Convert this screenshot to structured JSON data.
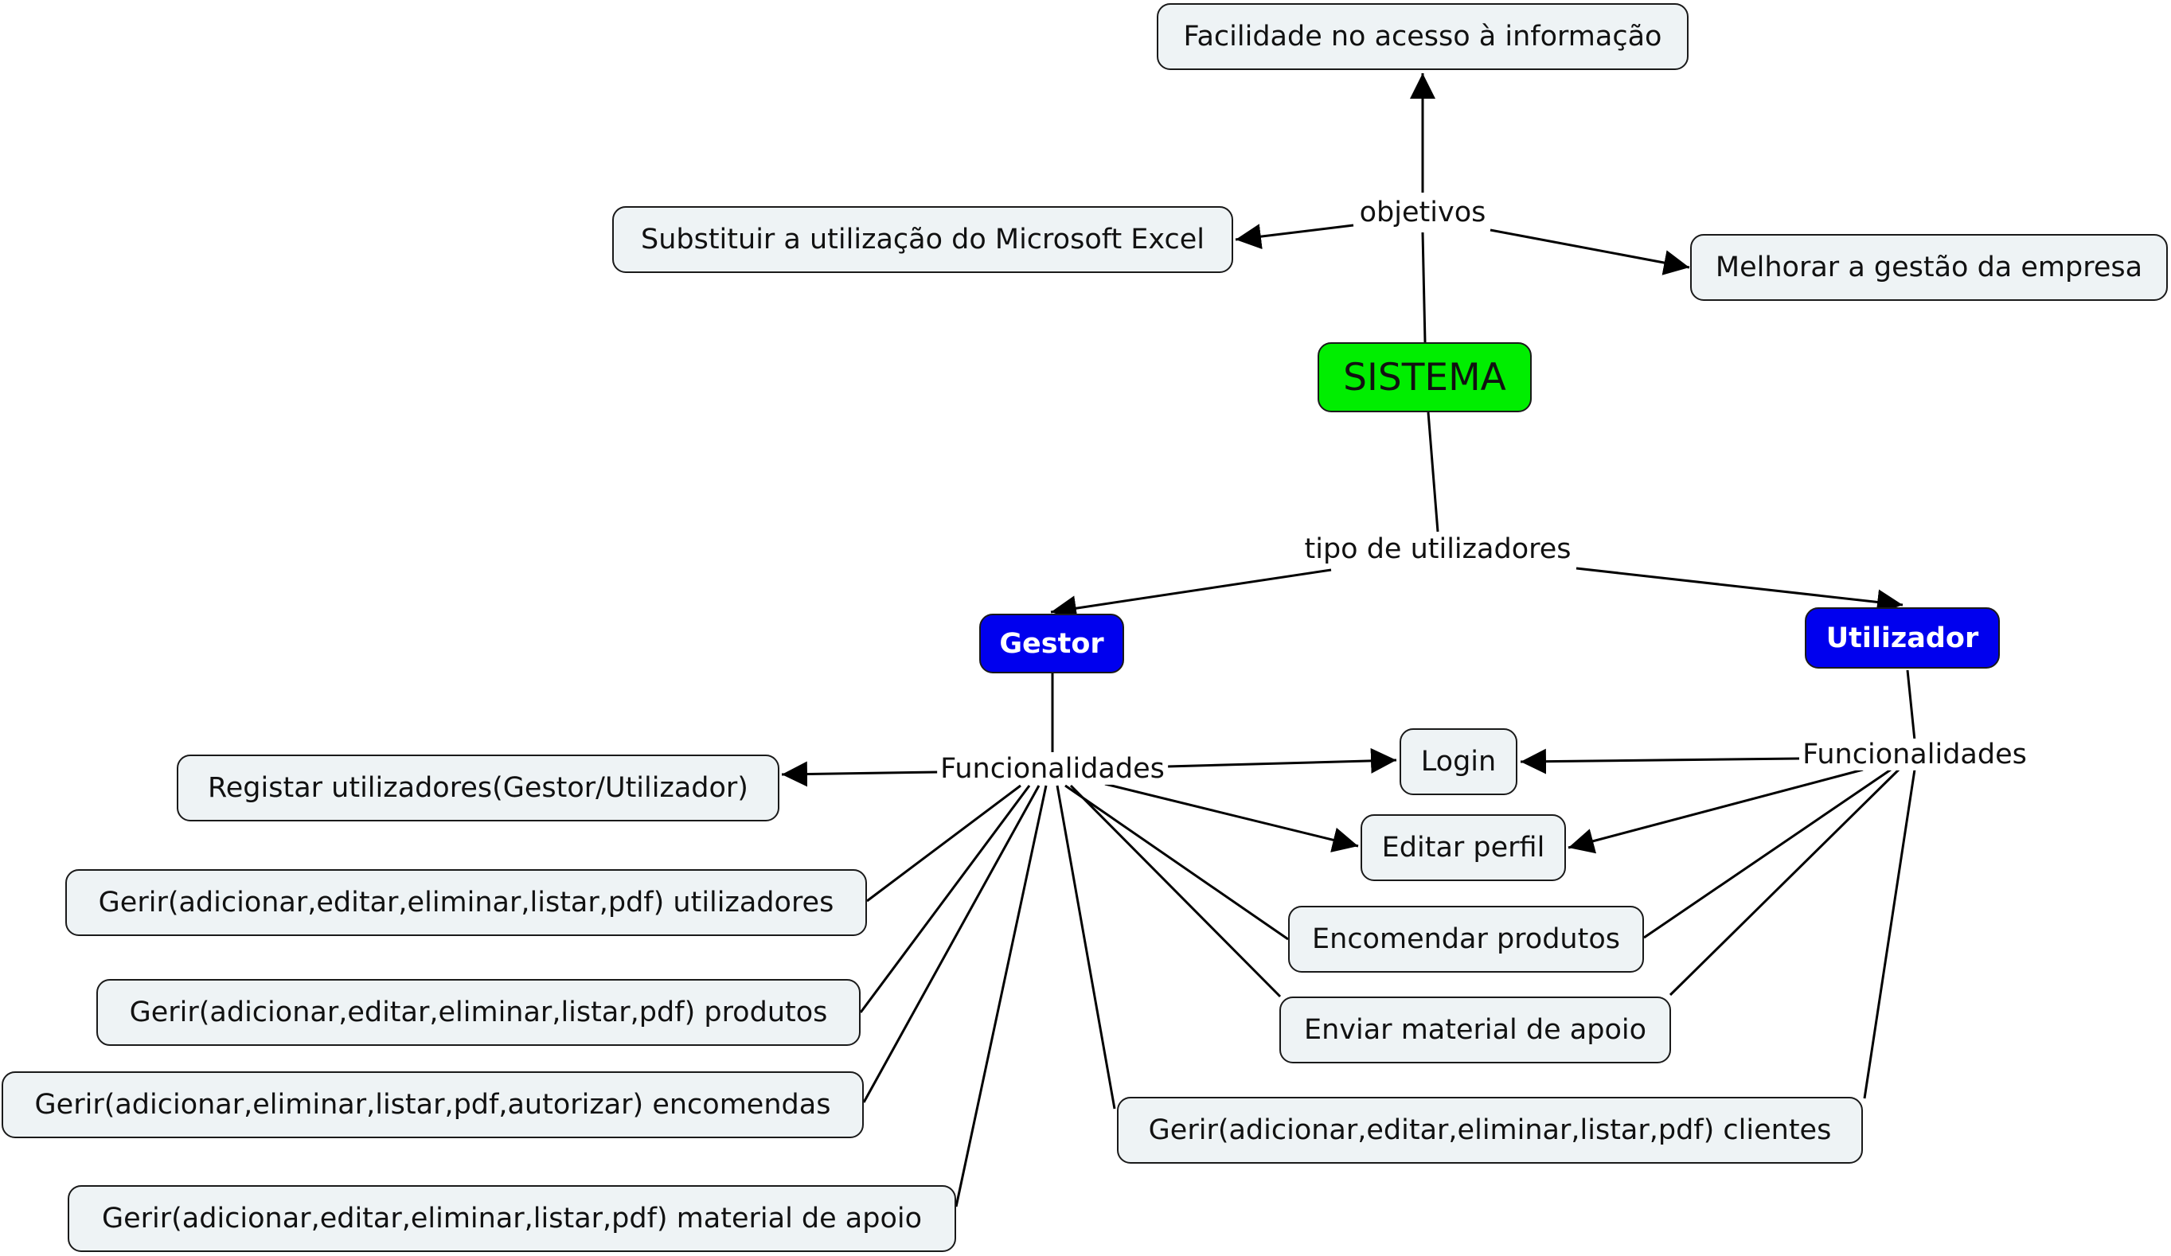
{
  "colors": {
    "root_fill": "#00ee00",
    "role_fill": "#0000ee",
    "concept_fill": "#eef3f5",
    "line": "#000000"
  },
  "nodes": {
    "sistema": "SISTEMA",
    "facilidade": "Facilidade no acesso à informação",
    "substituir": "Substituir a utilização do Microsoft Excel",
    "melhorar": "Melhorar a gestão da empresa",
    "gestor": "Gestor",
    "utilizador": "Utilizador",
    "registar": "Registar utilizadores(Gestor/Utilizador)",
    "gerir_utilizadores": "Gerir(adicionar,editar,eliminar,listar,pdf) utilizadores",
    "gerir_produtos": "Gerir(adicionar,editar,eliminar,listar,pdf) produtos",
    "gerir_encomendas": "Gerir(adicionar,eliminar,listar,pdf,autorizar) encomendas",
    "gerir_material": "Gerir(adicionar,editar,eliminar,listar,pdf) material de apoio",
    "login": "Login",
    "editar_perfil": "Editar perfil",
    "encomendar": "Encomendar produtos",
    "enviar_material": "Enviar material de apoio",
    "gerir_clientes": "Gerir(adicionar,editar,eliminar,listar,pdf) clientes"
  },
  "link_labels": {
    "objetivos": "objetivos",
    "tipo_utilizadores": "tipo de utilizadores",
    "func_gestor": "Funcionalidades",
    "func_utilizador": "Funcionalidades"
  }
}
